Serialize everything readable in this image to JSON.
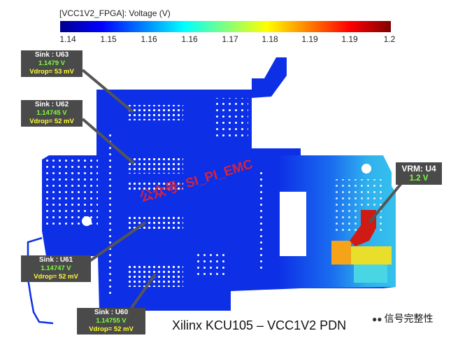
{
  "legend": {
    "title": "[VCC1V2_FPGA]: Voltage (V)",
    "ticks": [
      "1.14",
      "1.15",
      "1.16",
      "1.16",
      "1.17",
      "1.18",
      "1.19",
      "1.19",
      "1.2"
    ]
  },
  "colors": {
    "board": "#0d2fe6",
    "hole": "#ffffff",
    "label_bg": "#4a4a4a",
    "value_green": "#7dff3a",
    "value_yellow": "#ffff33",
    "watermark": "#e8232d"
  },
  "sinks": [
    {
      "title": "Sink : U63",
      "voltage": "1.1479 V",
      "vdrop": "Vdrop= 53 mV"
    },
    {
      "title": "Sink : U62",
      "voltage": "1.14745 V",
      "vdrop": "Vdrop= 52 mV"
    },
    {
      "title": "Sink : U61",
      "voltage": "1.14747 V",
      "vdrop": "Vdrop= 52 mV"
    },
    {
      "title": "Sink : U60",
      "voltage": "1.14755 V",
      "vdrop": "Vdrop= 52 mV"
    }
  ],
  "vrm": {
    "title": "VRM: U4",
    "voltage": "1.2 V"
  },
  "watermark": "公众号: SI_PI_EMC",
  "diagram_title": "Xilinx KCU105 – VCC1V2 PDN",
  "brand": {
    "text": "信号完整性",
    "icon": "wechat-logo-icon"
  }
}
